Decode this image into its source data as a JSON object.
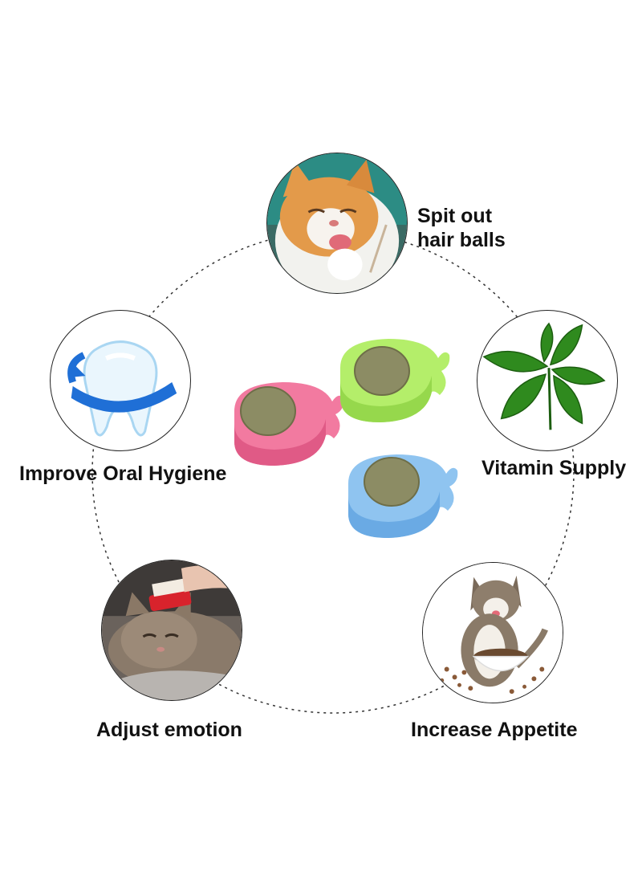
{
  "features": {
    "hairballs": {
      "line1": "Spit out",
      "line2": "hair balls",
      "icon": "licking-cat-photo"
    },
    "oral": {
      "label": "Improve Oral Hygiene",
      "icon": "tooth-icon"
    },
    "vitamin": {
      "label": "Vitamin Supply",
      "icon": "mint-leaves-photo"
    },
    "emotion": {
      "label": "Adjust emotion",
      "icon": "brushed-cat-photo"
    },
    "appetite": {
      "label": "Increase Appetite",
      "icon": "eating-cat-photo"
    }
  },
  "products": [
    {
      "name": "pink-catnip-ball",
      "color": "#f27aa0"
    },
    {
      "name": "green-catnip-ball",
      "color": "#b4ee6a"
    },
    {
      "name": "blue-catnip-ball",
      "color": "#8fc4f0"
    }
  ],
  "colors": {
    "ring": "#333333",
    "catnip": "#8c8c64"
  }
}
